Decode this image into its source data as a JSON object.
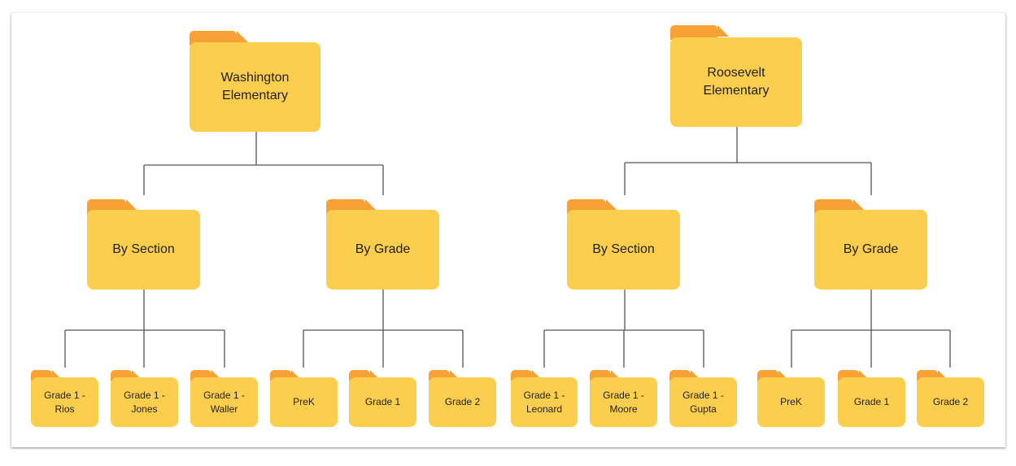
{
  "schools": [
    {
      "name": "Washington\nElementary",
      "groups": [
        {
          "name": "By Section",
          "children": [
            "Grade 1 -\nRios",
            "Grade 1 -\nJones",
            "Grade 1 -\nWaller"
          ]
        },
        {
          "name": "By Grade",
          "children": [
            "PreK",
            "Grade 1",
            "Grade 2"
          ]
        }
      ]
    },
    {
      "name": "Roosevelt\nElementary",
      "groups": [
        {
          "name": "By Section",
          "children": [
            "Grade 1 -\nLeonard",
            "Grade 1 -\nMoore",
            "Grade 1 -\nGupta"
          ]
        },
        {
          "name": "By Grade",
          "children": [
            "PreK",
            "Grade 1",
            "Grade 2"
          ]
        }
      ]
    }
  ],
  "colors": {
    "folder_body": "#fcce4e",
    "folder_tab": "#f8a235",
    "connector": "#555555"
  },
  "icons": {
    "folder": "folder-icon"
  }
}
